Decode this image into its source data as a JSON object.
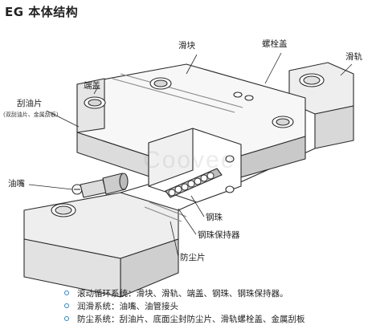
{
  "title": "EG 本体结构",
  "watermark": "Coovee",
  "labels": {
    "slider": "滑块",
    "bolt_cap": "螺栓盖",
    "rail": "滑轨",
    "end_cap": "端盖",
    "wiper": "刮油片",
    "wiper_note": "(双刮油片、金属刮板)",
    "grease_nipple": "油嘴",
    "ball": "钢珠",
    "ball_retainer": "钢珠保持器",
    "dust_seal": "防尘片"
  },
  "legend": [
    {
      "icon": "circle-bullet-icon",
      "text": "滚动循环系统：滑块、滑轨、端盖、钢珠、钢珠保持器。"
    },
    {
      "icon": "circle-bullet-icon",
      "text": "润滑系统：油嘴、油管接头"
    },
    {
      "icon": "circle-bullet-icon",
      "text": "防尘系统：刮油片、底面尘封防尘片、滑轨螺栓盖、金属刮板"
    }
  ],
  "colors": {
    "bullet": "#2a87c8",
    "line": "#2b2b2b",
    "shade": "#bdbdbd",
    "rail_fill": "#ededed"
  }
}
